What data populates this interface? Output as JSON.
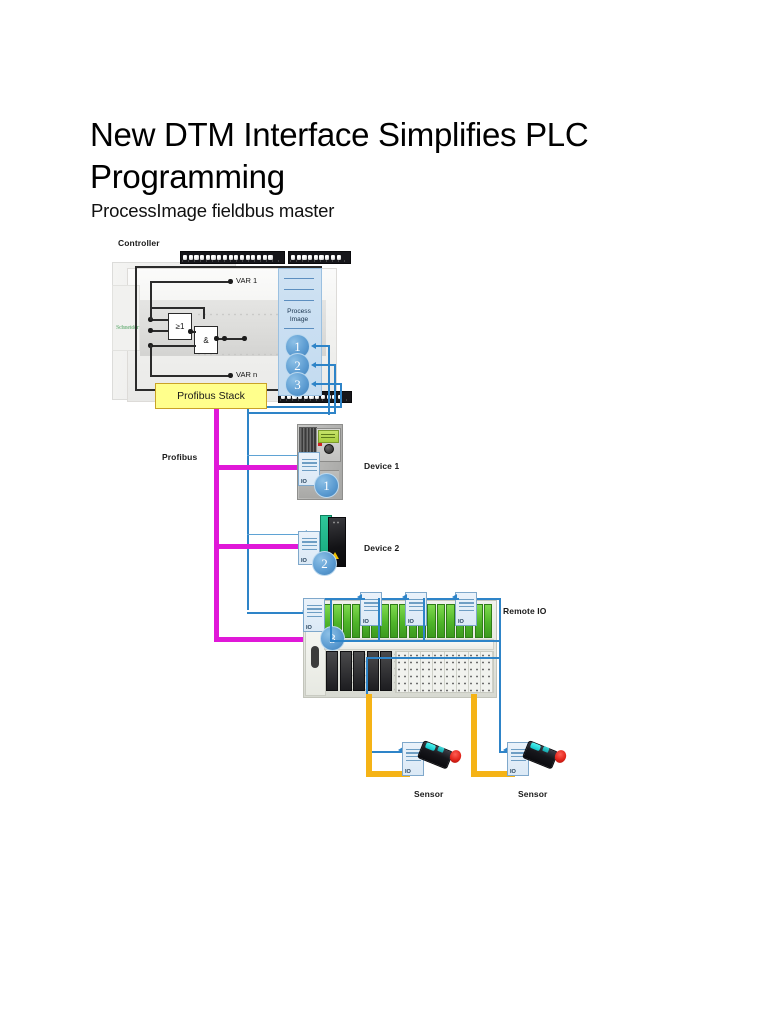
{
  "document": {
    "title": "New DTM Interface Simplifies PLC Programming",
    "subtitle": "ProcessImage fieldbus master"
  },
  "diagram": {
    "labels": {
      "controller": "Controller",
      "profibus": "Profibus",
      "profibus_stack": "Profibus Stack",
      "remote_io": "Remote IO",
      "device1": "Device 1",
      "device2": "Device 2",
      "sensor1": "Sensor",
      "sensor2": "Sensor"
    },
    "controller": {
      "brand_mark": "Schneider",
      "var_first": "VAR 1",
      "var_last": "VAR n",
      "gates": [
        {
          "symbol": "≥1",
          "type": "or-gate"
        },
        {
          "symbol": "&",
          "type": "and-gate"
        }
      ]
    },
    "process_image": {
      "title_line1": "Process",
      "title_line2": "Image",
      "channels": [
        {
          "number": "1"
        },
        {
          "number": "2"
        },
        {
          "number": "3"
        }
      ]
    },
    "io_cards": {
      "label": "IO",
      "count_on_rack": 4
    },
    "nodes": [
      {
        "id": "device1",
        "label": "Device 1",
        "channel": "1",
        "io_label": "IO"
      },
      {
        "id": "device2",
        "label": "Device 2",
        "channel": "2",
        "io_label": "IO"
      },
      {
        "id": "remote-io",
        "label": "Remote IO",
        "channel": "3",
        "io_label": "IO"
      },
      {
        "id": "sensor1",
        "label": "Sensor",
        "io_label": "IO"
      },
      {
        "id": "sensor2",
        "label": "Sensor",
        "io_label": "IO"
      }
    ],
    "colors": {
      "profibus_trunk": "#e018d8",
      "signal_link": "#2e84c8",
      "sensor_cable": "#f5b316",
      "stack_box": "#ffff8c",
      "process_image": "#cfe2f3",
      "channel_circle": "#5b9bd1",
      "rack_terminal_green": "#4fb52a"
    }
  }
}
